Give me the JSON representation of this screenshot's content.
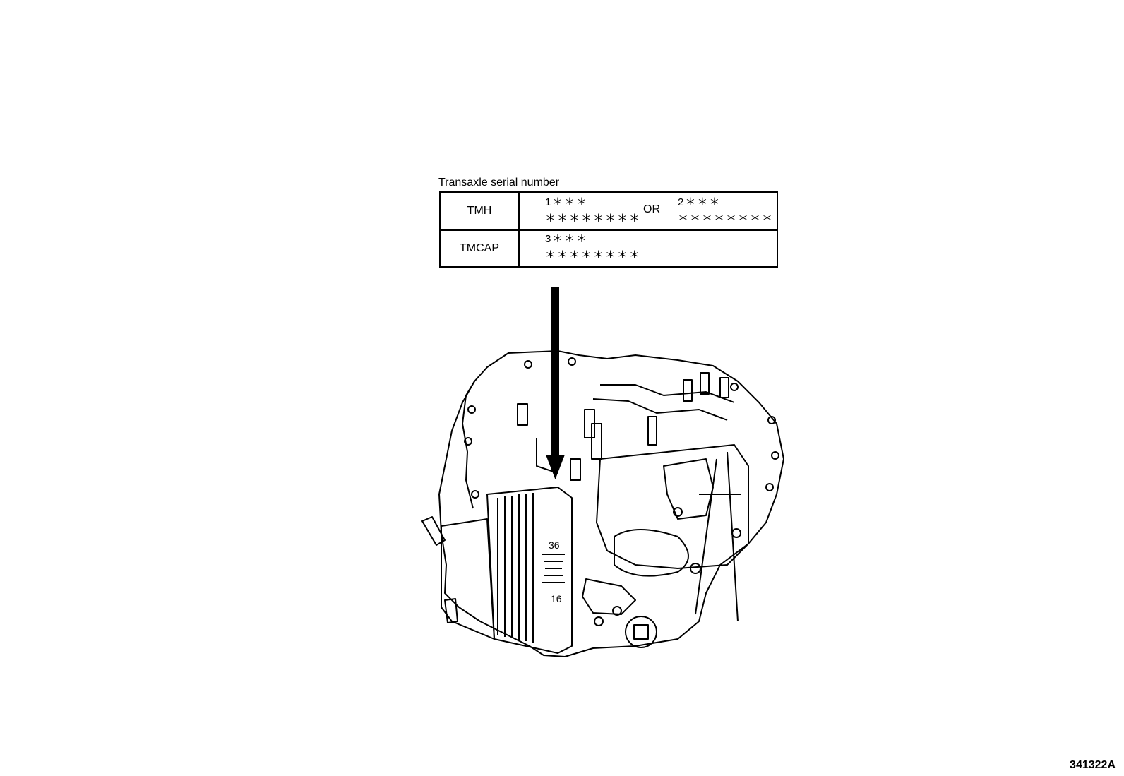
{
  "caption": "Transaxle serial number",
  "table": {
    "rows": [
      {
        "manufacturer": "TMH",
        "code_a": [
          "1＊＊＊",
          "＊＊＊＊＊＊＊＊"
        ],
        "separator": "OR",
        "code_b": [
          "2＊＊＊",
          "＊＊＊＊＊＊＊＊"
        ]
      },
      {
        "manufacturer": "TMCAP",
        "code_a": [
          "3＊＊＊",
          "＊＊＊＊＊＊＊＊"
        ]
      }
    ]
  },
  "figure_id": "341322A",
  "icons": {
    "arrow": "down-arrow-icon",
    "illustration": "transaxle-line-drawing"
  }
}
